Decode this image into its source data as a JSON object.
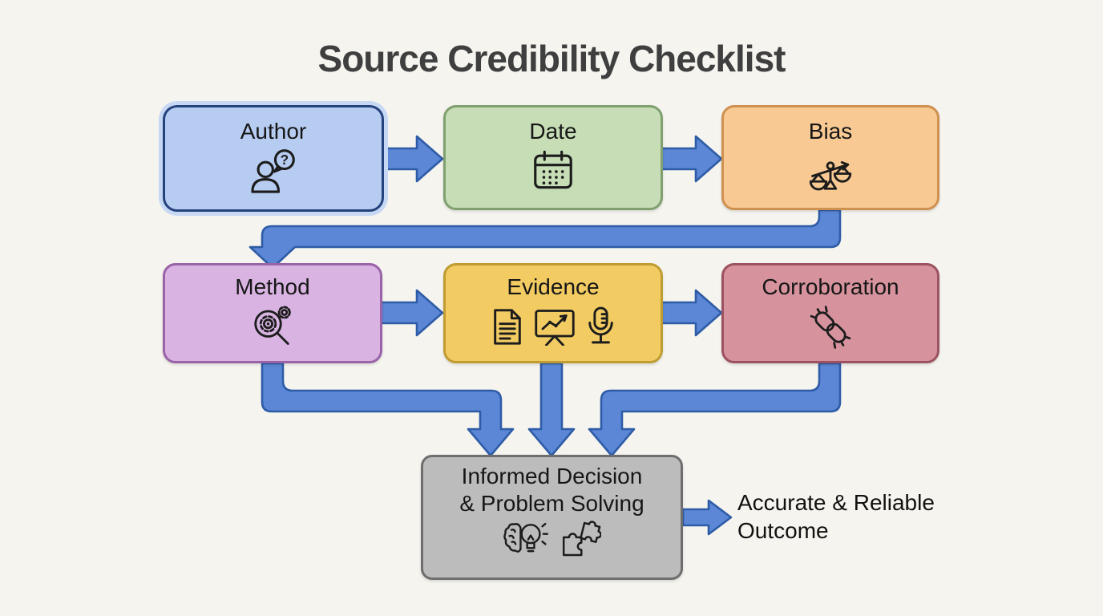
{
  "title": "Source Credibility Checklist",
  "colors": {
    "background": "#f5f4ef",
    "title_text": "#3f3f3f",
    "arrow_fill": "#5b87d6",
    "arrow_stroke": "#2e5ca6",
    "box_text": "#161616",
    "icon_stroke": "#1c1c1c",
    "author_halo": "#c7d8f5",
    "outcome_text": "#111111"
  },
  "boxes": [
    {
      "id": "author",
      "label": "Author",
      "fill": "#b7ccf1",
      "border": "#24427c",
      "icon": "person-question-icon"
    },
    {
      "id": "date",
      "label": "Date",
      "fill": "#c6ddb6",
      "border": "#80a06f",
      "icon": "calendar-icon"
    },
    {
      "id": "bias",
      "label": "Bias",
      "fill": "#f9c993",
      "border": "#cf9150",
      "icon": "balance-scale-icon"
    },
    {
      "id": "method",
      "label": "Method",
      "fill": "#d9b4e3",
      "border": "#9a63a8",
      "icon": "magnifier-gear-icon"
    },
    {
      "id": "evidence",
      "label": "Evidence",
      "fill": "#f2cb62",
      "border": "#bf9d33",
      "icon": "document-icon chart-board-icon microphone-icon"
    },
    {
      "id": "corroboration",
      "label": "Corroboration",
      "fill": "#d7939d",
      "border": "#9c5260",
      "icon": "chain-link-icon"
    },
    {
      "id": "decision",
      "label_line1": "Informed Decision",
      "label_line2": "& Problem Solving",
      "fill": "#bcbcbc",
      "border": "#6e6e6e",
      "icon": "brain-bulb-icon puzzle-icon"
    }
  ],
  "outcome": {
    "line1": "Accurate & Reliable",
    "line2": "Outcome"
  }
}
